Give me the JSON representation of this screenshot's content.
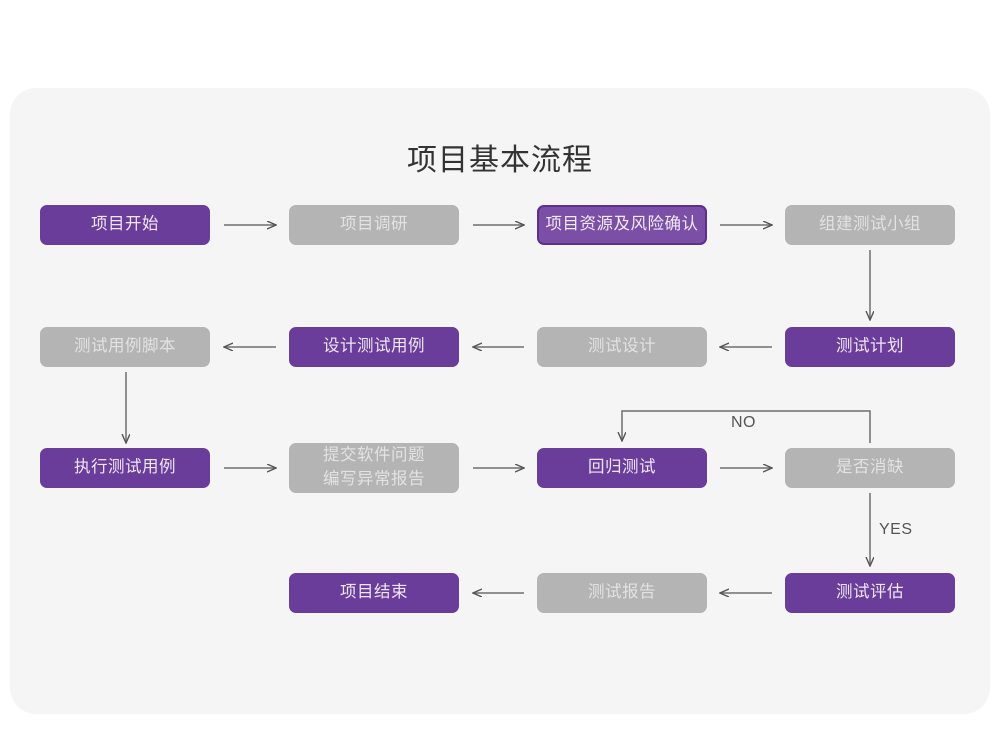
{
  "page": {
    "title": "项目基本流程",
    "panel_bg": "#f5f5f5",
    "page_bg": "#ffffff",
    "accent_purple": "#6a3d9a",
    "muted_gray": "#b4b4b4"
  },
  "nodes": [
    {
      "id": "n1",
      "label": "项目开始",
      "style": "purple",
      "row": 1,
      "col": 1
    },
    {
      "id": "n2",
      "label": "项目调研",
      "style": "gray",
      "row": 1,
      "col": 2
    },
    {
      "id": "n3",
      "label": "项目资源及风险确认",
      "style": "purple-outline",
      "row": 1,
      "col": 3
    },
    {
      "id": "n4",
      "label": "组建测试小组",
      "style": "gray",
      "row": 1,
      "col": 4
    },
    {
      "id": "n5",
      "label": "测试计划",
      "style": "purple",
      "row": 2,
      "col": 4
    },
    {
      "id": "n6",
      "label": "测试设计",
      "style": "gray",
      "row": 2,
      "col": 3
    },
    {
      "id": "n7",
      "label": "设计测试用例",
      "style": "purple",
      "row": 2,
      "col": 2
    },
    {
      "id": "n8",
      "label": "测试用例脚本",
      "style": "gray",
      "row": 2,
      "col": 1
    },
    {
      "id": "n9",
      "label": "执行测试用例",
      "style": "purple",
      "row": 3,
      "col": 1
    },
    {
      "id": "n10",
      "label": "提交软件问题\n编写异常报告",
      "style": "gray",
      "row": 3,
      "col": 2
    },
    {
      "id": "n11",
      "label": "回归测试",
      "style": "purple",
      "row": 3,
      "col": 3
    },
    {
      "id": "n12",
      "label": "是否消缺",
      "style": "gray",
      "row": 3,
      "col": 4
    },
    {
      "id": "n13",
      "label": "测试评估",
      "style": "purple",
      "row": 4,
      "col": 4
    },
    {
      "id": "n14",
      "label": "测试报告",
      "style": "gray",
      "row": 4,
      "col": 3
    },
    {
      "id": "n15",
      "label": "项目结束",
      "style": "purple",
      "row": 4,
      "col": 2
    }
  ],
  "edges": [
    {
      "id": "e1",
      "from": "n1",
      "to": "n2",
      "direction": "right",
      "label": ""
    },
    {
      "id": "e2",
      "from": "n2",
      "to": "n3",
      "direction": "right",
      "label": ""
    },
    {
      "id": "e3",
      "from": "n3",
      "to": "n4",
      "direction": "right",
      "label": ""
    },
    {
      "id": "e4",
      "from": "n4",
      "to": "n5",
      "direction": "down",
      "label": ""
    },
    {
      "id": "e5",
      "from": "n5",
      "to": "n6",
      "direction": "left",
      "label": ""
    },
    {
      "id": "e6",
      "from": "n6",
      "to": "n7",
      "direction": "left",
      "label": ""
    },
    {
      "id": "e7",
      "from": "n7",
      "to": "n8",
      "direction": "left",
      "label": ""
    },
    {
      "id": "e8",
      "from": "n8",
      "to": "n9",
      "direction": "down",
      "label": ""
    },
    {
      "id": "e9",
      "from": "n9",
      "to": "n10",
      "direction": "right",
      "label": ""
    },
    {
      "id": "e10",
      "from": "n10",
      "to": "n11",
      "direction": "right",
      "label": ""
    },
    {
      "id": "e11",
      "from": "n11",
      "to": "n12",
      "direction": "right",
      "label": ""
    },
    {
      "id": "e12",
      "from": "n12",
      "to": "n11",
      "direction": "loop-up-left",
      "label": "NO"
    },
    {
      "id": "e13",
      "from": "n12",
      "to": "n13",
      "direction": "down",
      "label": "YES"
    },
    {
      "id": "e14",
      "from": "n13",
      "to": "n14",
      "direction": "left",
      "label": ""
    },
    {
      "id": "e15",
      "from": "n14",
      "to": "n15",
      "direction": "left",
      "label": ""
    }
  ],
  "edge_labels": {
    "no": "NO",
    "yes": "YES"
  }
}
